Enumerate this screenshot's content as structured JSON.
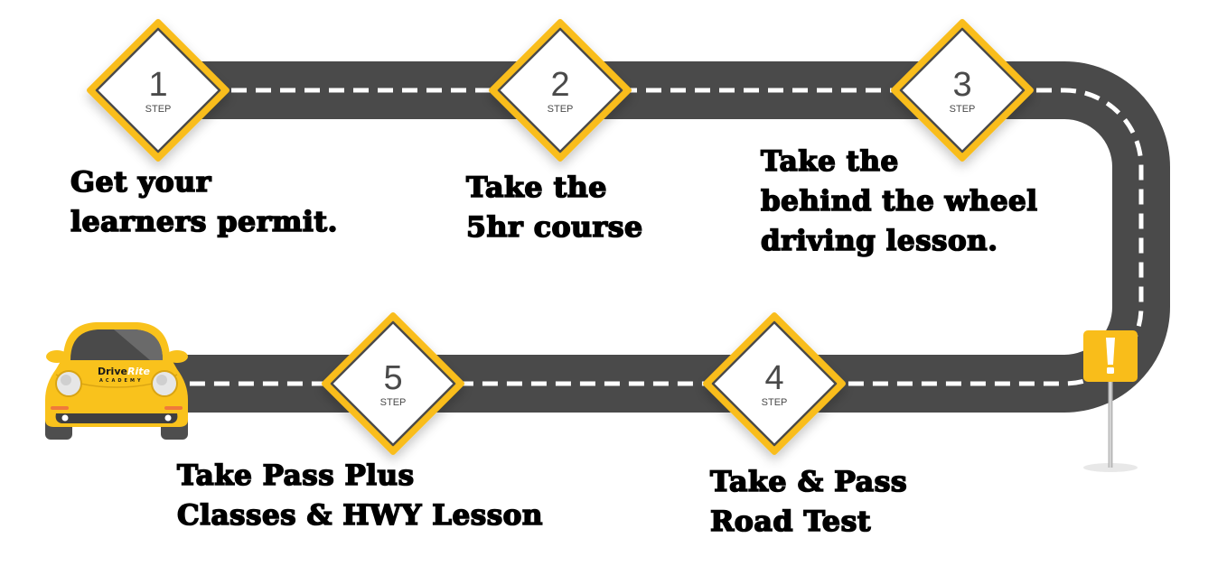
{
  "diagram": {
    "type": "road-roadmap",
    "colors": {
      "road": "#4a4a4a",
      "lane_marking": "#ffffff",
      "sign_border": "#f9bd1a",
      "sign_inner_border": "#4a4a4a",
      "sign_fill": "#ffffff",
      "sign_text": "#4a4a4a",
      "caption_text": "#000000",
      "car_body": "#f9c21c",
      "warning_sign": "#f9bd1a"
    },
    "steps": [
      {
        "number": "1",
        "step_label": "STEP",
        "caption_lines": [
          "Get your",
          "learners permit."
        ]
      },
      {
        "number": "2",
        "step_label": "STEP",
        "caption_lines": [
          "Take the",
          "5hr course"
        ]
      },
      {
        "number": "3",
        "step_label": "STEP",
        "caption_lines": [
          "Take the",
          "behind the wheel",
          "driving lesson."
        ]
      },
      {
        "number": "4",
        "step_label": "STEP",
        "caption_lines": [
          "Take & Pass",
          "Road Test"
        ]
      },
      {
        "number": "5",
        "step_label": "STEP",
        "caption_lines": [
          "Take Pass Plus",
          "Classes & HWY Lesson"
        ]
      }
    ],
    "car": {
      "icon": "car-icon",
      "logo_primary": "Drive",
      "logo_accent": "Rite",
      "logo_sub": "ACADEMY"
    },
    "warning_sign": {
      "icon": "exclamation-icon",
      "glyph": "!"
    }
  }
}
